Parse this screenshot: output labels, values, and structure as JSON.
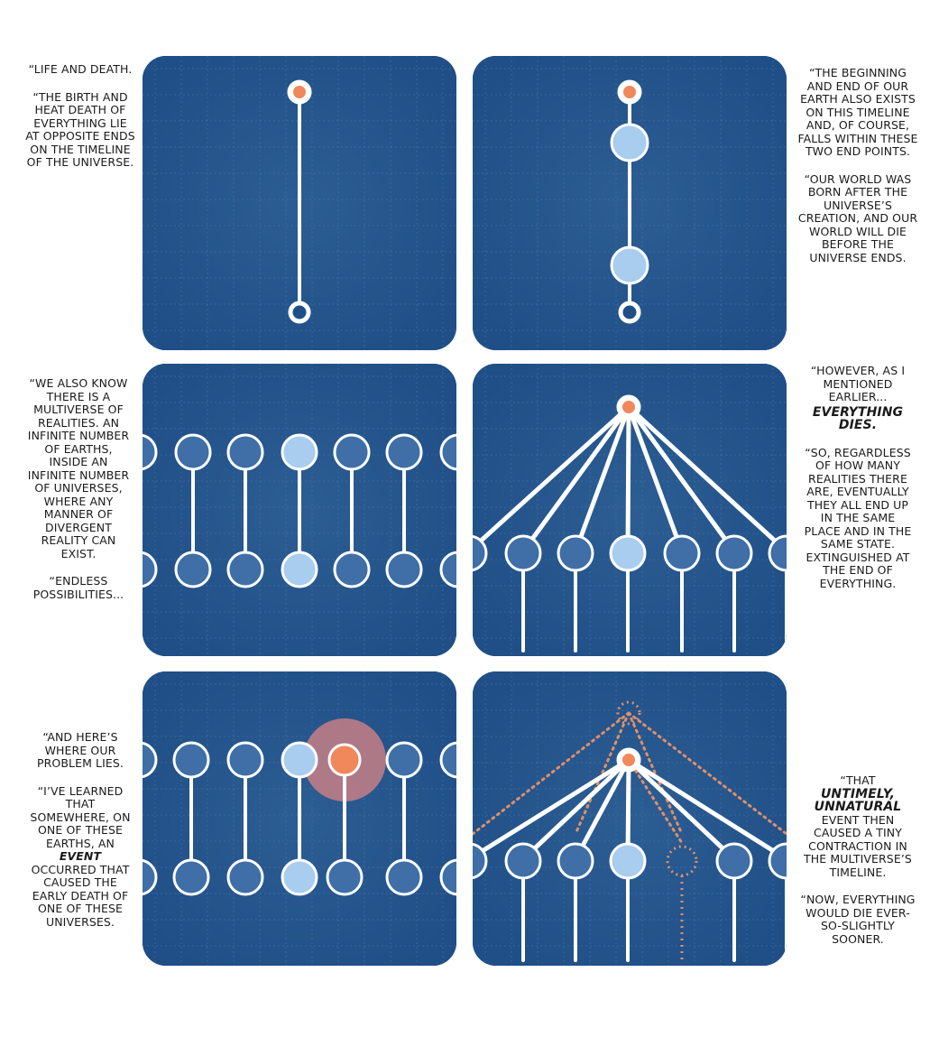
{
  "captions": {
    "p1": [
      "“LIFE AND DEATH.",
      "“THE BIRTH AND HEAT DEATH OF EVERYTHING LIE AT OPPOSITE ENDS ON THE TIMELINE OF THE UNIVERSE."
    ],
    "p2": [
      "“THE BEGINNING AND END OF OUR EARTH ALSO EXISTS ON THIS TIMELINE AND, OF COURSE, FALLS WITHIN THESE TWO END POINTS.",
      "“OUR WORLD WAS BORN AFTER THE UNIVERSE’S CREATION, AND OUR WORLD WILL DIE BEFORE THE UNIVERSE ENDS."
    ],
    "p3": [
      "“WE ALSO KNOW THERE IS A MULTIVERSE OF REALITIES. AN INFINITE NUMBER OF EARTHS, INSIDE AN INFINITE NUMBER OF UNIVERSES, WHERE ANY MANNER OF DIVERGENT REALITY CAN EXIST.",
      "“ENDLESS POSSIBILITIES..."
    ],
    "p4_intro": "“HOWEVER, AS I MENTIONED EARLIER...",
    "p4_emph": "EVERYTHING DIES.",
    "p4_body": "“SO, REGARDLESS OF HOW MANY REALITIES THERE ARE, EVENTUALLY THEY ALL END UP IN THE SAME PLACE AND IN THE SAME STATE. EXTINGUISHED AT THE END OF EVERYTHING.",
    "p5_a": "“AND HERE’S WHERE OUR PROBLEM LIES.",
    "p5_b1": "“I’VE LEARNED THAT SOMEWHERE, ON ONE OF THESE EARTHS, AN",
    "p5_b_emph": "EVENT",
    "p5_b2": "OCCURRED THAT CAUSED THE EARLY DEATH OF ONE OF THESE UNIVERSES.",
    "p6_a1": "“THAT",
    "p6_a_emph": "UNTIMELY, UNNATURAL",
    "p6_a2": "EVENT THEN CAUSED A TINY CONTRACTION IN THE MULTIVERSE’S TIMELINE.",
    "p6_b": "“NOW, EVERYTHING WOULD DIE EVER-SO-SLIGHTLY SOONER."
  },
  "colors": {
    "panel_bg": "#1f4f86",
    "grid": "#3e6fa5",
    "line": "#ffffff",
    "node_dark": "#3f6fa6",
    "node_light": "#a9cdef",
    "origin": "#f0885c",
    "halo": "#c77f86",
    "ghost": "#e0906a"
  }
}
